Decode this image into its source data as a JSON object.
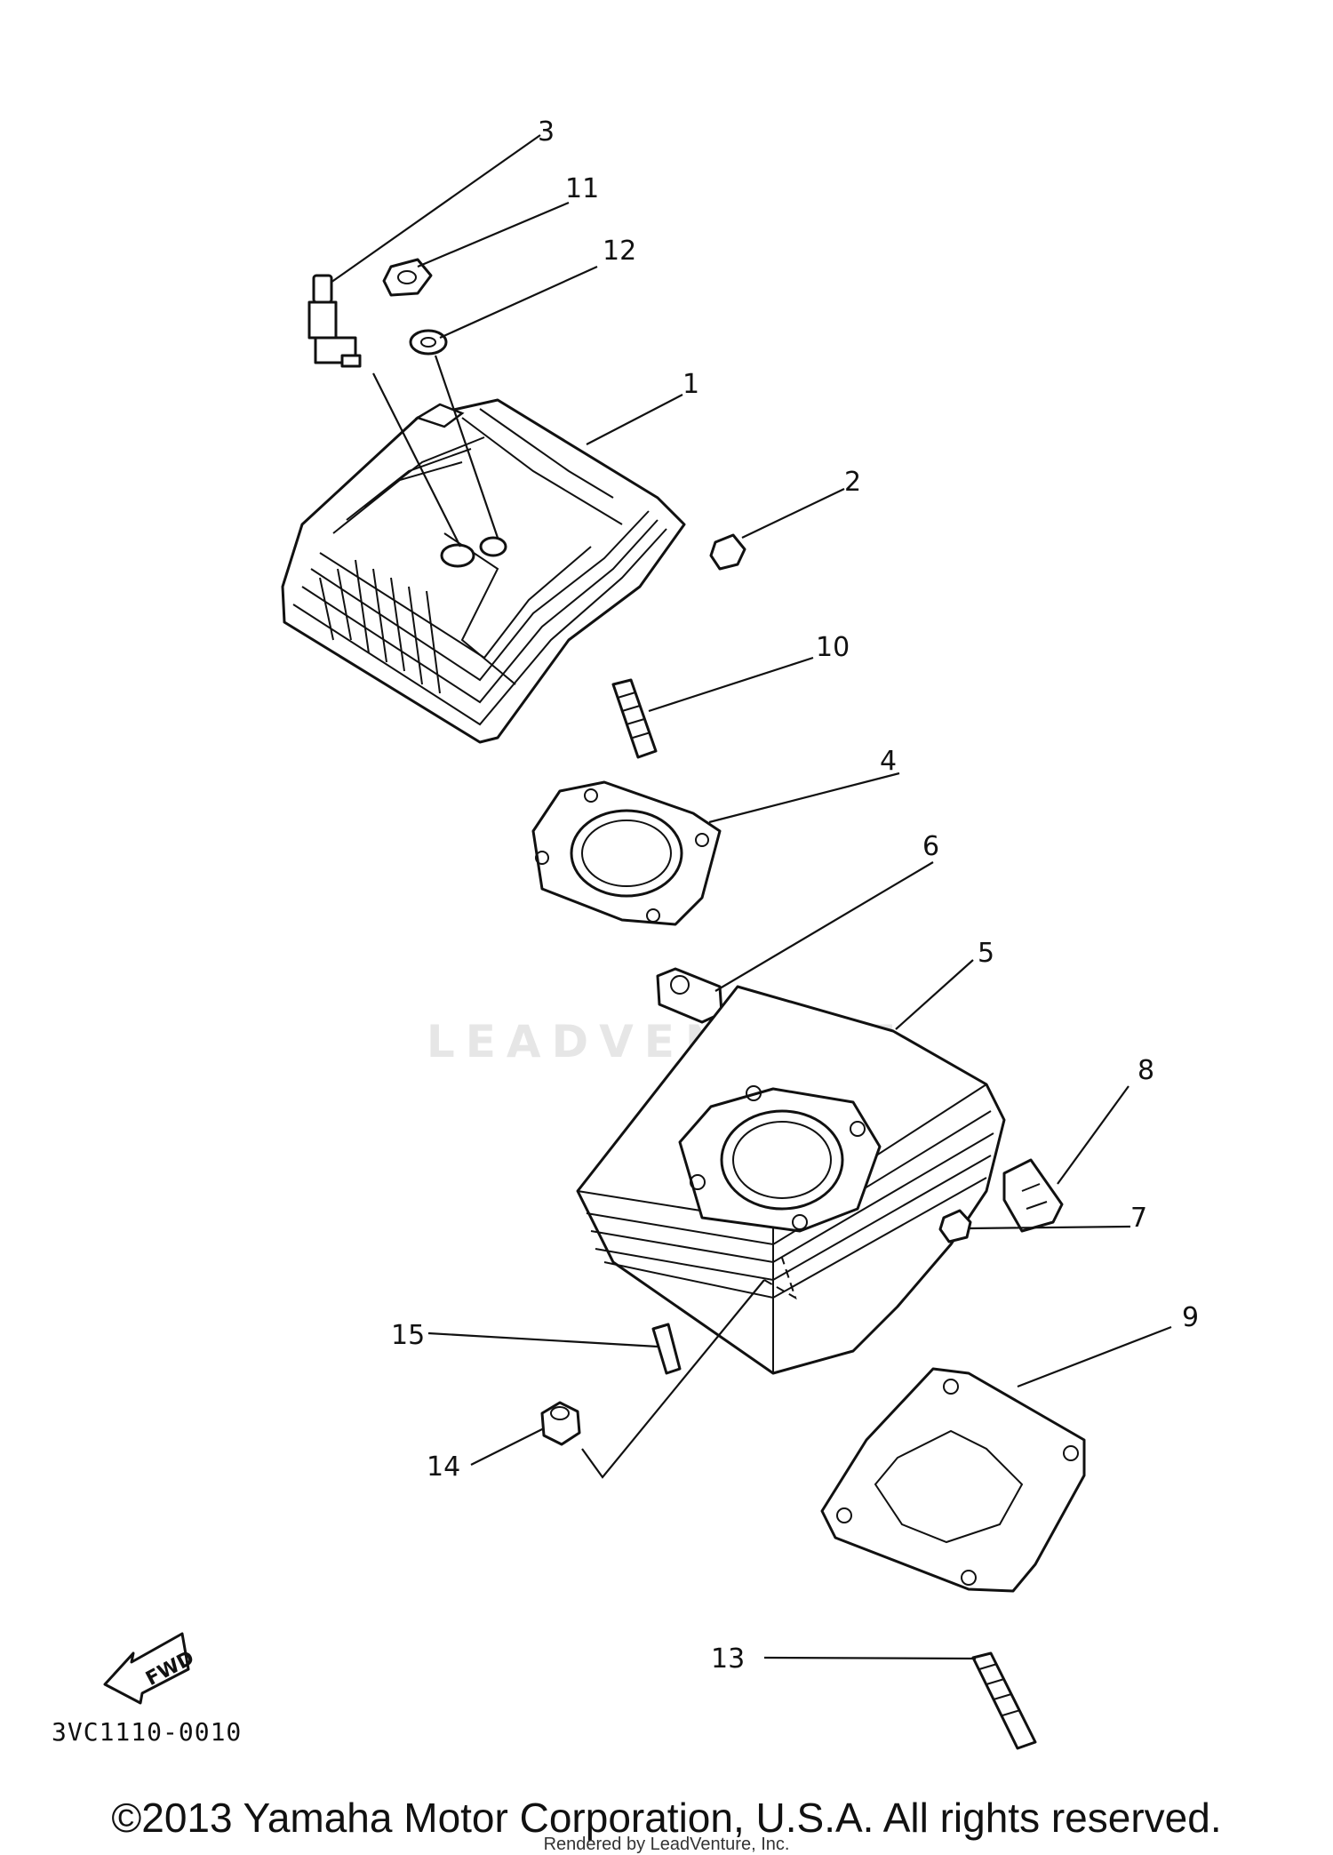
{
  "diagram": {
    "code": "3VC1110-0010",
    "fwd_label": "FWD",
    "watermark": "LEADVENTURE",
    "callouts": {
      "c1": "1",
      "c2": "2",
      "c3": "3",
      "c4": "4",
      "c5": "5",
      "c6": "6",
      "c7": "7",
      "c8": "8",
      "c9": "9",
      "c10": "10",
      "c11": "11",
      "c12": "12",
      "c13": "13",
      "c14": "14",
      "c15": "15"
    }
  },
  "footer": {
    "copyright": "©2013 Yamaha Motor Corporation, U.S.A. All rights reserved.",
    "rendered_by": "Rendered by LeadVenture, Inc."
  }
}
